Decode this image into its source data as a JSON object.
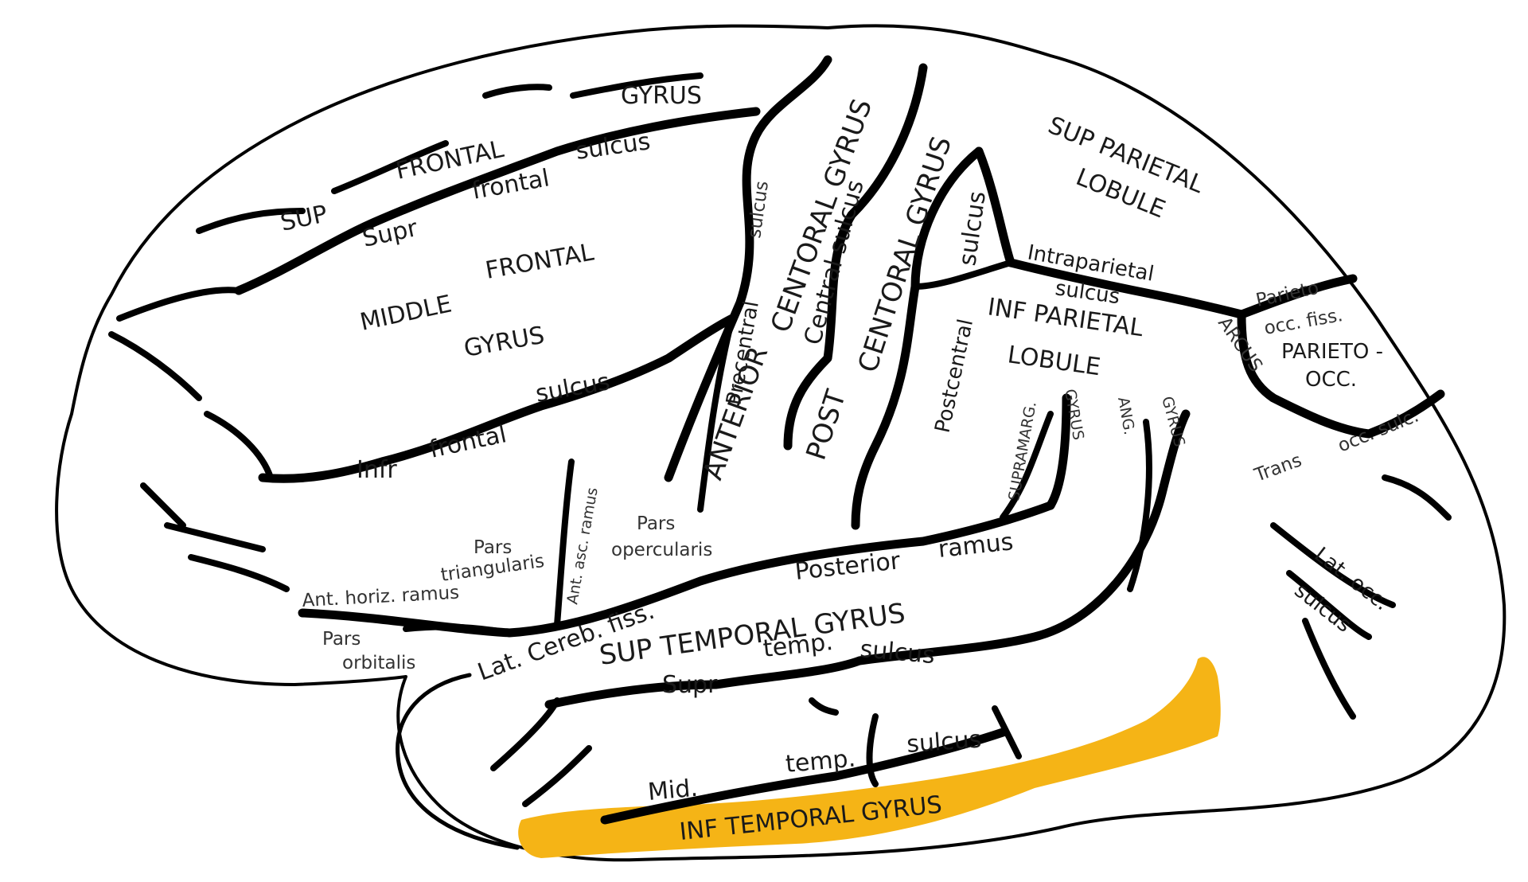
{
  "colors": {
    "highlight": "#f5b416",
    "outline": "#000000",
    "background": "#ffffff"
  },
  "labels": {
    "sup_frontal_gyrus_gyrus": "GYRUS",
    "sup_frontal_gyrus_frontal": "FRONTAL",
    "sup_frontal_gyrus_sup": "SUP",
    "supr_frontal_sulcus_sulcus": "sulcus",
    "supr_frontal_sulcus_frontal": "frontal",
    "supr_frontal_sulcus_supr": "Supr",
    "middle_frontal_gyrus_middle": "MIDDLE",
    "middle_frontal_gyrus_frontal": "FRONTAL",
    "middle_frontal_gyrus_gyrus": "GYRUS",
    "infr_frontal_sulcus_sulcus": "sulcus",
    "infr_frontal_sulcus_frontal": "frontal",
    "infr_frontal_sulcus_infr": "Infr",
    "anterior_central_gyrus_1": "CENTORAL GYRUS",
    "anterior_central_gyrus_2": "ANTERIOR",
    "central_sulcus": "Central sulcus",
    "precentral_sulcus_1": "sulcus",
    "precentral_sulcus_2": "Precentral",
    "post_central_gyrus_1": "CENTORAL GYRUS",
    "post_central_gyrus_2": "POST",
    "postcentral_sulcus_1": "sulcus",
    "postcentral_sulcus_2": "Postcentral",
    "sup_parietal_lobule_1": "SUP PARIETAL",
    "sup_parietal_lobule_2": "LOBULE",
    "intraparietal_sulcus_1": "Intraparietal",
    "intraparietal_sulcus_2": "sulcus",
    "inf_parietal_lobule_1": "INF PARIETAL",
    "inf_parietal_lobule_2": "LOBULE",
    "supramarg_gyrus_1": "SUPRAMARG.",
    "supramarg_gyrus_2": "GYRUS",
    "ang_gyrus_1": "ANG.",
    "ang_gyrus_2": "GYRUS",
    "parieto_occ_fiss_1": "Parieto",
    "parieto_occ_fiss_2": "occ. fiss.",
    "arcus": "ARCUS",
    "parieto_occ_arcus_1": "PARIETO -",
    "parieto_occ_arcus_2": "OCC.",
    "trans_occ_sulc_1": "Trans",
    "trans_occ_sulc_2": "occ. sulc.",
    "lat_occ_sulcus_1": "Lat. occ.",
    "lat_occ_sulcus_2": "sulcus",
    "pars_triangularis_1": "Pars",
    "pars_triangularis_2": "triangularis",
    "ant_asc_ramus": "Ant. asc. ramus",
    "pars_opercularis_1": "Pars",
    "pars_opercularis_2": "opercularis",
    "ant_horiz_ramus": "Ant. horiz. ramus",
    "pars_orbitalis_1": "Pars",
    "pars_orbitalis_2": "orbitalis",
    "posterior_ramus_1": "Posterior",
    "posterior_ramus_2": "ramus",
    "lat_cereb_fiss": "Lat. Cereb. fiss.",
    "sup_temporal_gyrus": "SUP TEMPORAL GYRUS",
    "supr_temp_sulcus_1": "Supr",
    "supr_temp_sulcus_2": "temp.",
    "supr_temp_sulcus_3": "sulcus",
    "mid_temp_sulcus_1": "Mid.",
    "mid_temp_sulcus_2": "temp.",
    "mid_temp_sulcus_3": "sulcus",
    "inf_temporal_gyrus": "INF TEMPORAL GYRUS"
  }
}
